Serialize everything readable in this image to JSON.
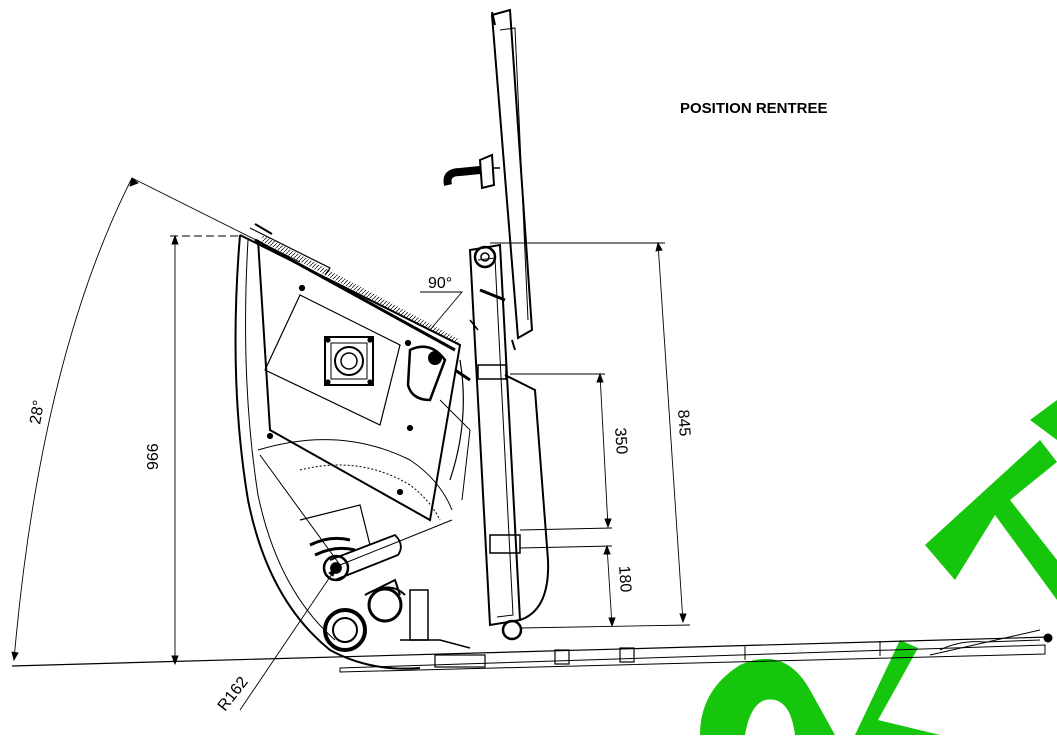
{
  "drawing": {
    "title": "POSITION RENTREE",
    "dimensions": {
      "angle_28": "28°",
      "height_966": "966",
      "angle_90": "90°",
      "height_845": "845",
      "height_350": "350",
      "height_180": "180",
      "radius_162": "R162"
    },
    "watermark": {
      "text": "SOLTEC",
      "color": "#16c60c"
    },
    "colors": {
      "line": "#000000",
      "background": "#ffffff"
    }
  }
}
